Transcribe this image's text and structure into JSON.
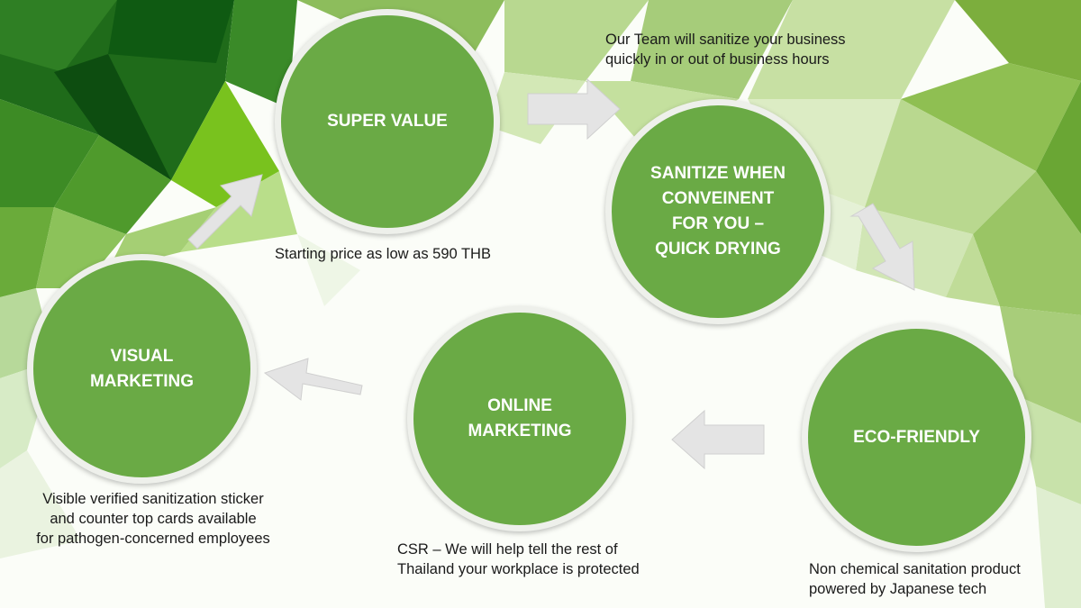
{
  "steps": [
    {
      "id": "super-value",
      "label": "SUPER VALUE",
      "description": "Starting price as low as 590 THB"
    },
    {
      "id": "sanitize-when-convenient",
      "label": "SANITIZE WHEN\nCONVEINENT\nFOR YOU –\nQUICK DRYING",
      "description": "Our Team will sanitize your business\nquickly in or out of business hours"
    },
    {
      "id": "eco-friendly",
      "label": "ECO-FRIENDLY",
      "description": "Non chemical sanitation product\npowered by Japanese tech"
    },
    {
      "id": "online-marketing",
      "label": "ONLINE\nMARKETING",
      "description": "CSR – We will help tell the rest of\nThailand your workplace is protected"
    },
    {
      "id": "visual-marketing",
      "label": "VISUAL\nMARKETING",
      "description": "Visible verified sanitization sticker\nand counter top cards available\nfor pathogen-concerned employees"
    }
  ],
  "colors": {
    "circle_fill": "#6aaa45",
    "circle_border": "#eef0eb",
    "arrow_fill": "#e4e4e4",
    "text": "#1a1a1a"
  }
}
